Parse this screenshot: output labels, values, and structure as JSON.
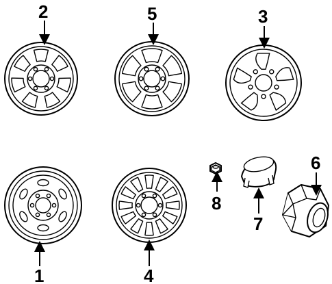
{
  "callouts": [
    {
      "id": "2",
      "text": "2"
    },
    {
      "id": "5",
      "text": "5"
    },
    {
      "id": "3",
      "text": "3"
    },
    {
      "id": "1",
      "text": "1"
    },
    {
      "id": "4",
      "text": "4"
    },
    {
      "id": "8",
      "text": "8"
    },
    {
      "id": "7",
      "text": "7"
    },
    {
      "id": "6",
      "text": "6"
    }
  ],
  "colors": {
    "line": "#000000",
    "background": "#ffffff"
  }
}
